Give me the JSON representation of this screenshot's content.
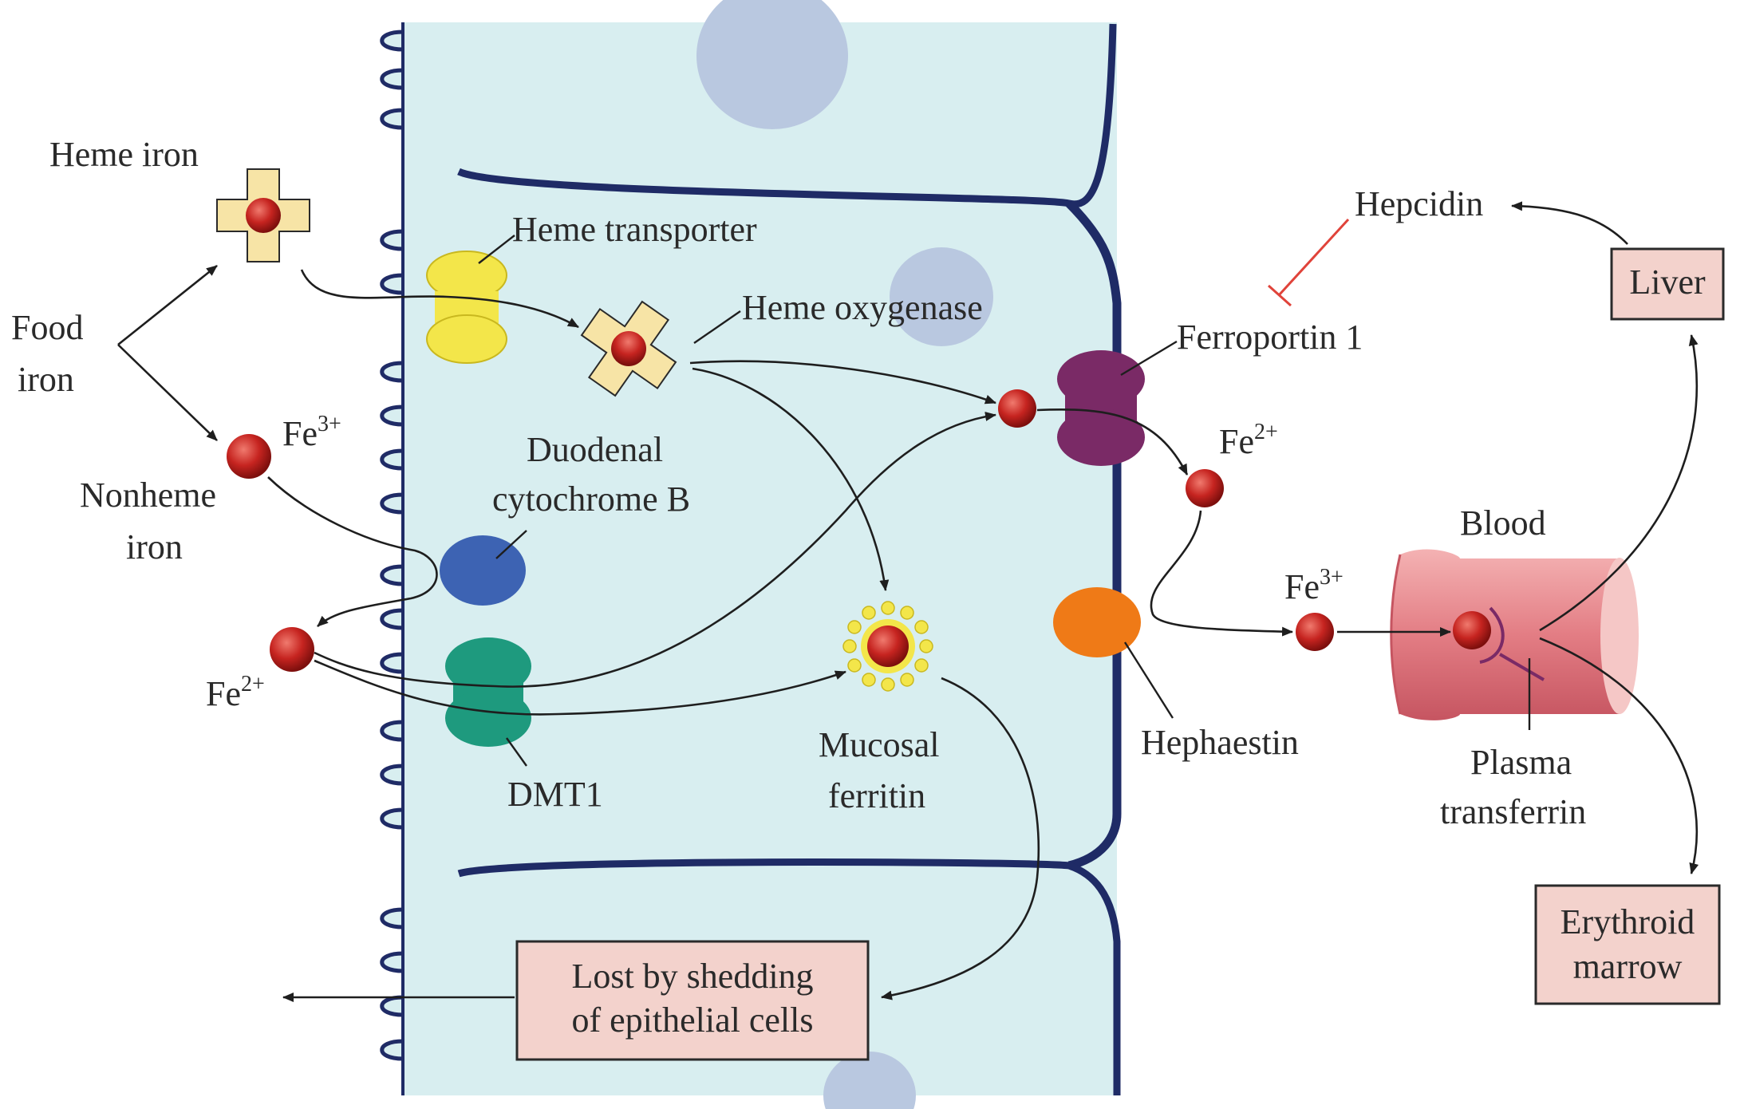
{
  "labels": {
    "heme_iron": "Heme iron",
    "food_iron_1": "Food",
    "food_iron_2": "iron",
    "nonheme_iron_1": "Nonheme",
    "nonheme_iron_2": "iron",
    "heme_transporter": "Heme transporter",
    "heme_oxygenase": "Heme oxygenase",
    "duodenal_cyt_1": "Duodenal",
    "duodenal_cyt_2": "cytochrome B",
    "dmt1": "DMT1",
    "mucosal_ferritin_1": "Mucosal",
    "mucosal_ferritin_2": "ferritin",
    "hepcidin": "Hepcidin",
    "ferroportin": "Ferroportin 1",
    "hephaestin": "Hephaestin",
    "blood": "Blood",
    "plasma_transferrin_1": "Plasma",
    "plasma_transferrin_2": "transferrin",
    "liver": "Liver",
    "erythroid_1": "Erythroid",
    "erythroid_2": "marrow",
    "lost_1": "Lost by shedding",
    "lost_2": "of epithelial cells"
  },
  "ions": {
    "fe3_base": "Fe",
    "fe3_sup": "3+",
    "fe2_base": "Fe",
    "fe2_sup": "2+"
  },
  "colors": {
    "cell_fill": "#d8eef0",
    "cell_border": "#1f2b66",
    "nucleus": "#b9c8e0",
    "iron_red": "#c0201c",
    "heme_box": "#f7e4a6",
    "heme_transporter": "#f3e64a",
    "duodenal_cytochrome": "#3d63b3",
    "dmt1": "#1e9a7e",
    "ferroportin": "#7a2a66",
    "hephaestin": "#ef7a17",
    "label_box": "#f3d2cc",
    "vessel": "#e5878c",
    "hepcidin_inhibit": "#e0433a"
  }
}
